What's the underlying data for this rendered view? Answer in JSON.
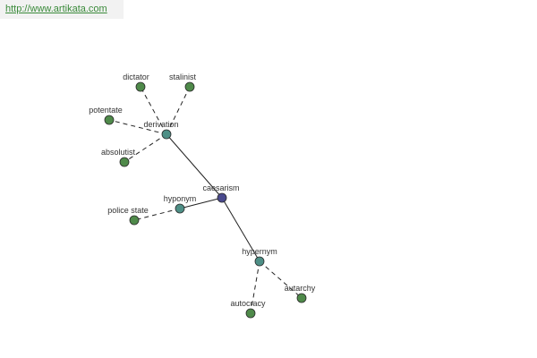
{
  "banner": {
    "url": "http://www.artikata.com"
  },
  "colors": {
    "root": "#4a4a8e",
    "relation": "#4e8f86",
    "leaf": "#4f8a4a",
    "edge": "#222222"
  },
  "graph": {
    "nodes": [
      {
        "id": "caesarism",
        "label": "caesarism",
        "kind": "root"
      },
      {
        "id": "derivation",
        "label": "derivation",
        "kind": "relation"
      },
      {
        "id": "hyponym",
        "label": "hyponym",
        "kind": "relation"
      },
      {
        "id": "hypernym",
        "label": "hypernym",
        "kind": "relation"
      },
      {
        "id": "dictator",
        "label": "dictator",
        "kind": "leaf"
      },
      {
        "id": "stalinist",
        "label": "stalinist",
        "kind": "leaf"
      },
      {
        "id": "potentate",
        "label": "potentate",
        "kind": "leaf"
      },
      {
        "id": "absolutist",
        "label": "absolutist",
        "kind": "leaf"
      },
      {
        "id": "police-state",
        "label": "police state",
        "kind": "leaf"
      },
      {
        "id": "autocracy",
        "label": "autocracy",
        "kind": "leaf"
      },
      {
        "id": "autarchy",
        "label": "autarchy",
        "kind": "leaf"
      }
    ],
    "edges": [
      {
        "from": "caesarism",
        "to": "derivation",
        "style": "solid"
      },
      {
        "from": "caesarism",
        "to": "hyponym",
        "style": "solid"
      },
      {
        "from": "caesarism",
        "to": "hypernym",
        "style": "solid"
      },
      {
        "from": "derivation",
        "to": "dictator",
        "style": "dashed"
      },
      {
        "from": "derivation",
        "to": "stalinist",
        "style": "dashed"
      },
      {
        "from": "derivation",
        "to": "potentate",
        "style": "dashed"
      },
      {
        "from": "derivation",
        "to": "absolutist",
        "style": "dashed"
      },
      {
        "from": "hyponym",
        "to": "police-state",
        "style": "dashed"
      },
      {
        "from": "hypernym",
        "to": "autocracy",
        "style": "dashed"
      },
      {
        "from": "hypernym",
        "to": "autarchy",
        "style": "dashed"
      }
    ]
  }
}
